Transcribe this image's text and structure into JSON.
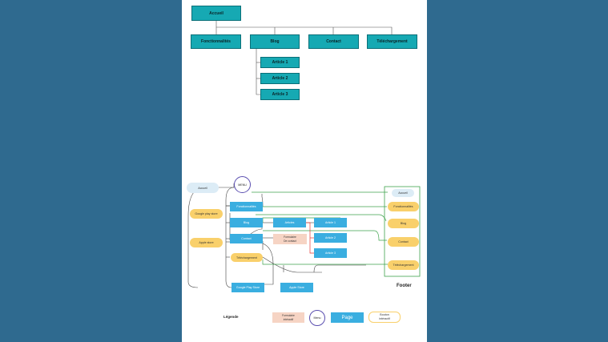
{
  "sitemap": {
    "root": "Accueil",
    "level1": [
      "Fonctionnalités",
      "Blog",
      "Contact",
      "Téléchargement"
    ],
    "blog_children": [
      "Article 1",
      "Article 2",
      "Article 3"
    ]
  },
  "flow": {
    "accueil": "Accueil",
    "menu": "MENU",
    "pages": {
      "fonctionnalites": "Fonctionnalités",
      "blog": "Blog",
      "contact": "Contact",
      "articles": "Articles",
      "article1": "Article 1",
      "article2": "Article 2",
      "article3": "Article 3",
      "google_play": "Google Play Store",
      "apple_store": "Apple Store"
    },
    "buttons": {
      "google_play": "Google play store",
      "apple": "Apple store",
      "telechargement": "Téléchargement"
    },
    "form": "Formulaire\nDe contact",
    "footer": {
      "title": "Footer",
      "items": [
        "Accueil",
        "Fonctionnalités",
        "Blog",
        "Contact",
        "Téléchargement"
      ]
    }
  },
  "legend": {
    "title": "Légende",
    "form": "Formulaire\nintéractif",
    "menu": "Menu",
    "page": "Page",
    "button": "Bouton\nintéractif"
  },
  "colors": {
    "background": "#2f6a8f",
    "teal": "#16a9b3",
    "page_blue": "#3aaee0",
    "button_yellow": "#f9d06b",
    "footer_green": "#3fa34d",
    "red_link": "#e53935"
  }
}
